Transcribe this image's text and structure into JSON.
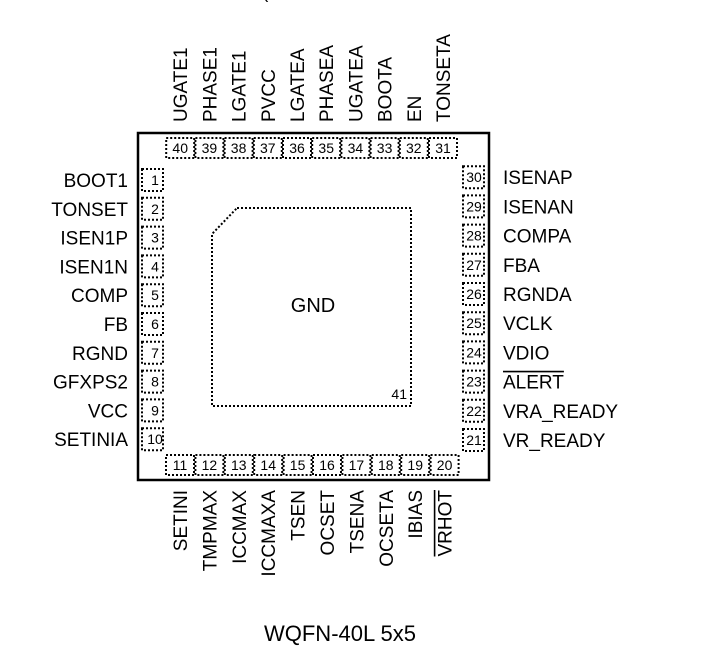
{
  "top_title_fragment": "(",
  "package": {
    "name": "WQFN-40L 5x5",
    "center_label": "GND",
    "epad_number": "41"
  },
  "pins_left": [
    {
      "num": "1",
      "name": "BOOT1"
    },
    {
      "num": "2",
      "name": "TONSET"
    },
    {
      "num": "3",
      "name": "ISEN1P"
    },
    {
      "num": "4",
      "name": "ISEN1N"
    },
    {
      "num": "5",
      "name": "COMP"
    },
    {
      "num": "6",
      "name": "FB"
    },
    {
      "num": "7",
      "name": "RGND"
    },
    {
      "num": "8",
      "name": "GFXPS2"
    },
    {
      "num": "9",
      "name": "VCC"
    },
    {
      "num": "10",
      "name": "SETINIA"
    }
  ],
  "pins_bottom": [
    {
      "num": "11",
      "name": "SETINI"
    },
    {
      "num": "12",
      "name": "TMPMAX"
    },
    {
      "num": "13",
      "name": "ICCMAX"
    },
    {
      "num": "14",
      "name": "ICCMAXA"
    },
    {
      "num": "15",
      "name": "TSEN"
    },
    {
      "num": "16",
      "name": "OCSET"
    },
    {
      "num": "17",
      "name": "TSENA"
    },
    {
      "num": "18",
      "name": "OCSETA"
    },
    {
      "num": "19",
      "name": "IBIAS"
    },
    {
      "num": "20",
      "name": "VRHOT",
      "overline": true
    }
  ],
  "pins_right": [
    {
      "num": "21",
      "name": "VR_READY"
    },
    {
      "num": "22",
      "name": "VRA_READY"
    },
    {
      "num": "23",
      "name": "ALERT",
      "overline": true
    },
    {
      "num": "24",
      "name": "VDIO"
    },
    {
      "num": "25",
      "name": "VCLK"
    },
    {
      "num": "26",
      "name": "RGNDA"
    },
    {
      "num": "27",
      "name": "FBA"
    },
    {
      "num": "28",
      "name": "COMPA"
    },
    {
      "num": "29",
      "name": "ISENAN"
    },
    {
      "num": "30",
      "name": "ISENAP"
    }
  ],
  "pins_top": [
    {
      "num": "31",
      "name": "TONSETA"
    },
    {
      "num": "32",
      "name": "EN"
    },
    {
      "num": "33",
      "name": "BOOTA"
    },
    {
      "num": "34",
      "name": "UGATEA"
    },
    {
      "num": "35",
      "name": "PHASEA"
    },
    {
      "num": "36",
      "name": "LGATEA"
    },
    {
      "num": "37",
      "name": "PVCC"
    },
    {
      "num": "38",
      "name": "LGATE1"
    },
    {
      "num": "39",
      "name": "PHASE1"
    },
    {
      "num": "40",
      "name": "UGATE1"
    }
  ]
}
